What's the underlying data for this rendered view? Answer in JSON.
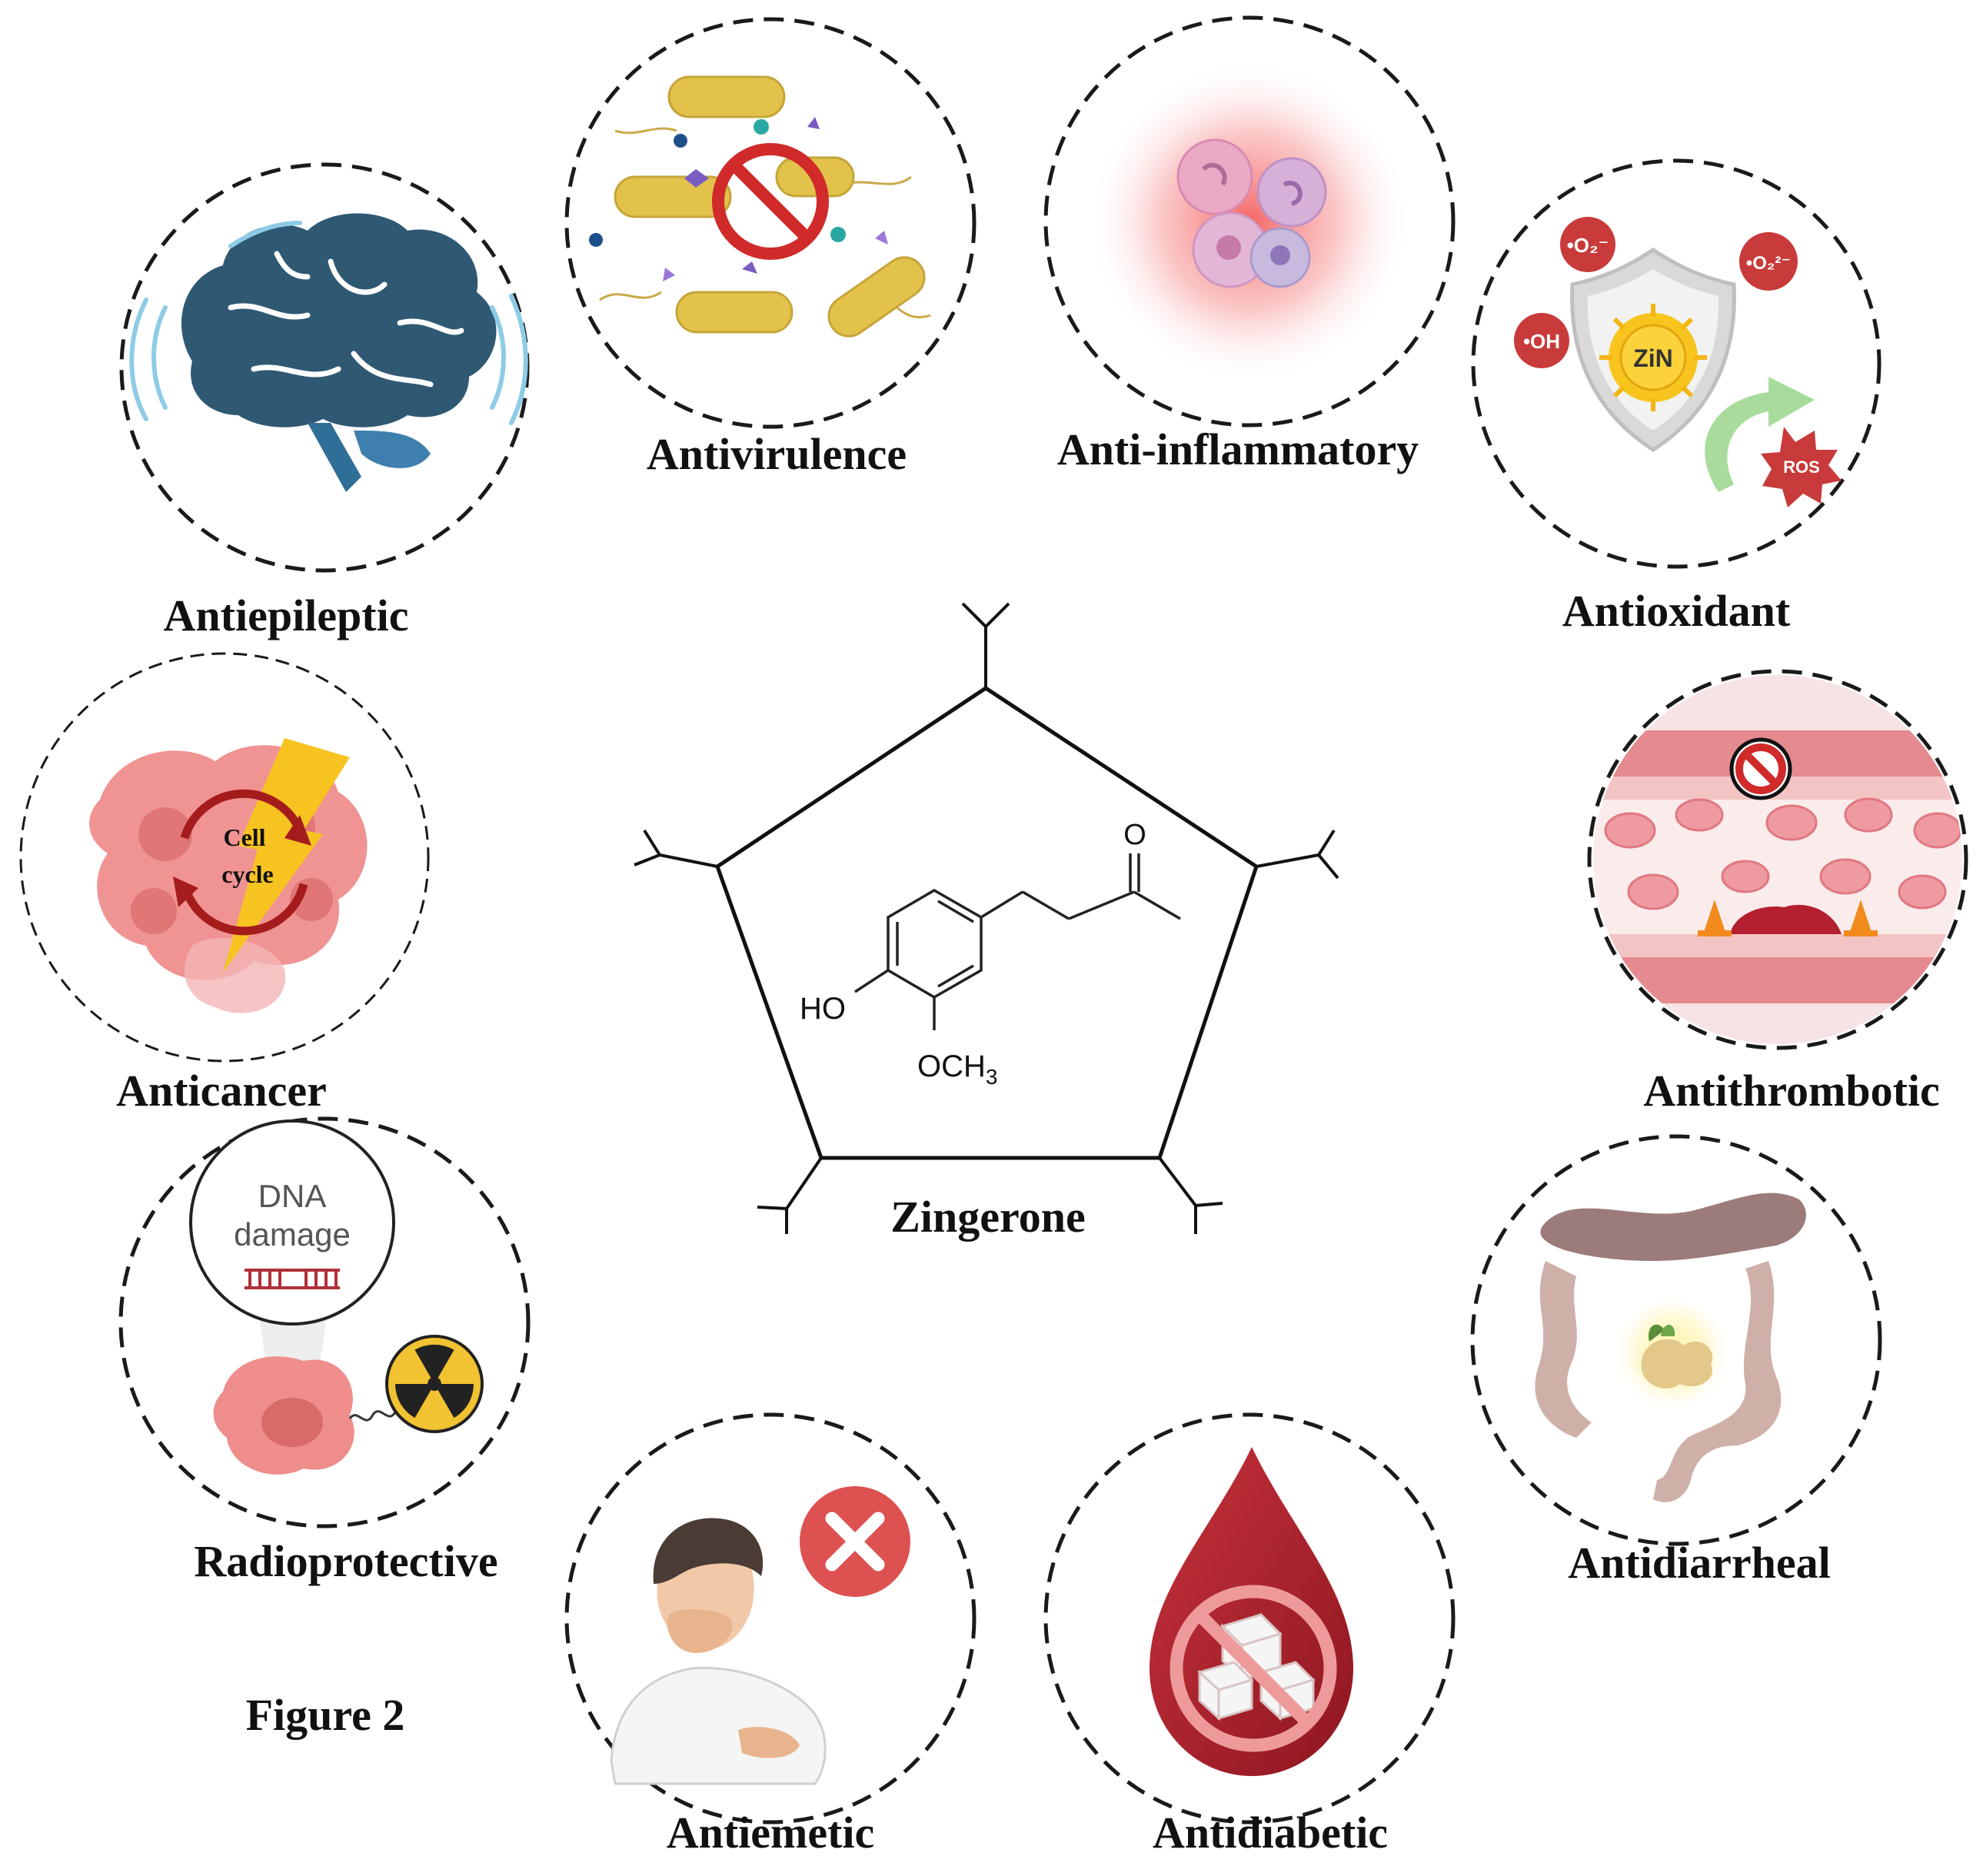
{
  "center": {
    "name": "Zingerone",
    "substituent_oh": "HO",
    "substituent_och3": "OCH",
    "substituent_och3_sub": "3",
    "carbonyl_o": "O"
  },
  "effects": [
    {
      "id": "antiepileptic",
      "label": "Antiepileptic"
    },
    {
      "id": "antivirulence",
      "label": "Antivirulence"
    },
    {
      "id": "anti-inflammatory",
      "label": "Anti-inflammatory"
    },
    {
      "id": "antioxidant",
      "label": "Antioxidant"
    },
    {
      "id": "anticancer",
      "label": "Anticancer"
    },
    {
      "id": "antithrombotic",
      "label": "Antithrombotic"
    },
    {
      "id": "radioprotective",
      "label": "Radioprotective"
    },
    {
      "id": "antidiarrheal",
      "label": "Antidiarrheal"
    },
    {
      "id": "antiemetic",
      "label": "Antiemetic"
    },
    {
      "id": "antidiabetic",
      "label": "Antidiabetic"
    }
  ],
  "icon_text": {
    "cell_cycle_1": "Cell",
    "cell_cycle_2": "cycle",
    "dna_1": "DNA",
    "dna_2": "damage",
    "zin": "ZiN",
    "ros": "ROS",
    "oh_radical": "•OH",
    "superoxide": "•O₂⁻",
    "peroxide": "•O₂²⁻"
  },
  "figure_caption": "Figure 2",
  "colors": {
    "brain": "#2f5873",
    "bacteria": "#e2c24a",
    "no_sign": "#d02a2a",
    "inflammation": "#f26d6d",
    "shield": "#d6d6d6",
    "radical": "#c93a3a",
    "cancer_cell": "#ef8d8d",
    "blood": "#b41f2a",
    "vessel": "#e58a8f",
    "colon": "#c9a79a"
  }
}
